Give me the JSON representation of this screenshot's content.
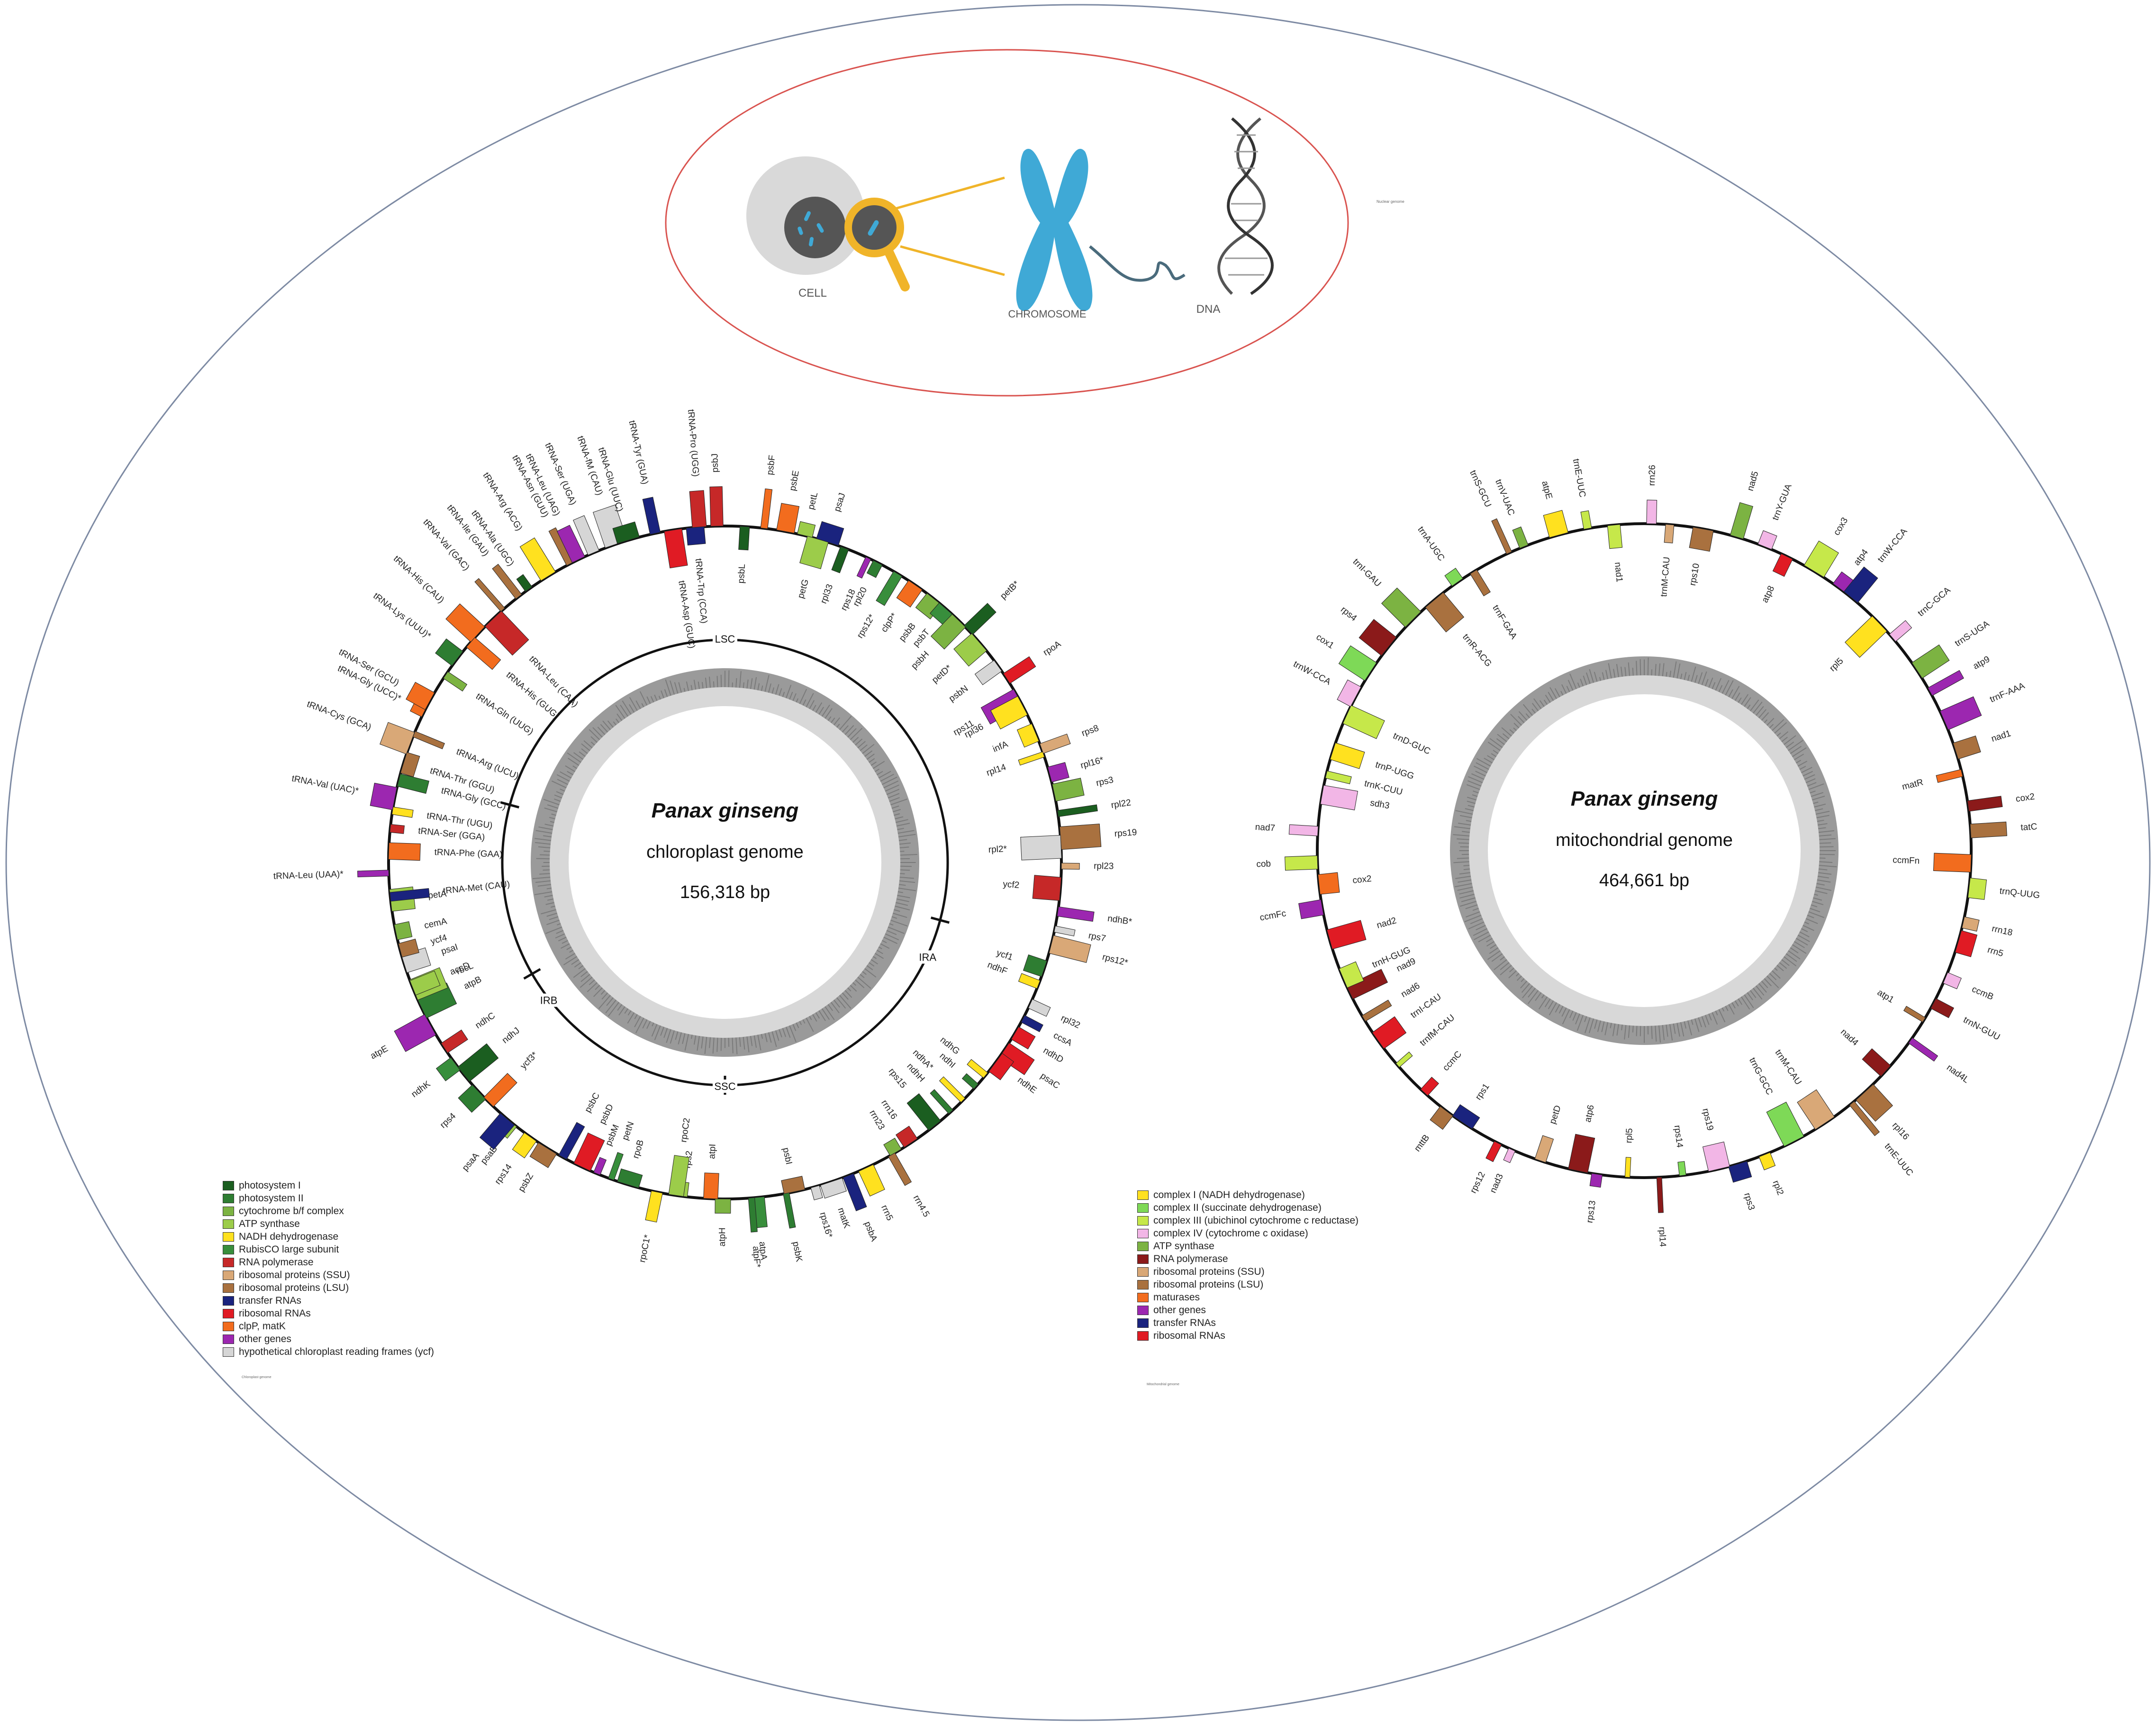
{
  "illustration": {
    "cell_label": "CELL",
    "chromosome_label": "CHROMOSOME",
    "dna_label": "DNA",
    "side_note": "Nuclear genome"
  },
  "chloroplast": {
    "species": "Panax ginseng",
    "kind": "chloroplast genome",
    "size": "156,318 bp",
    "regions": [
      "LSC",
      "IRA",
      "SSC",
      "IRB"
    ],
    "inner_genes": [
      "psbJ",
      "psbL",
      "psbF",
      "psbE",
      "petL",
      "petG",
      "psaJ",
      "rpl33",
      "rps18",
      "rpl20",
      "rps12*",
      "clpP*",
      "psbB",
      "psbT",
      "psbH",
      "petB*",
      "petD*",
      "psbN",
      "rpoA",
      "rps11",
      "rpl36",
      "infA",
      "rps8",
      "rpl14",
      "rpl16*",
      "rps3",
      "rpl22",
      "rps19",
      "rpl2*",
      "rpl23",
      "ycf2",
      "ndhB*",
      "rps7",
      "rps12*",
      "ycf1",
      "ndhF",
      "rpl32",
      "ccsA",
      "ndhD",
      "psaC",
      "ndhE",
      "ndhG",
      "ndhI",
      "ndhA*",
      "ndhH",
      "rps15",
      "rrn16",
      "rrn23",
      "rrn4.5",
      "rrn5",
      "psbA",
      "matK",
      "rps16*",
      "psbI",
      "psbK",
      "atpA",
      "atpF*",
      "atpH",
      "atpI",
      "rps2",
      "rpoC2",
      "rpoC1*",
      "rpoB",
      "petN",
      "psbM",
      "psbD",
      "psbC",
      "psbZ",
      "rps14",
      "psaB",
      "psaA",
      "ycf3*",
      "rps4",
      "ndhJ",
      "ndhK",
      "ndhC",
      "atpE",
      "atpB",
      "rbcL",
      "accD",
      "psaI",
      "ycf4",
      "cemA",
      "petA"
    ],
    "trna_genes": [
      "tRNA-Met (CAU)",
      "tRNA-Leu (UAA)*",
      "tRNA-Phe (GAA)",
      "tRNA-Ser (GGA)",
      "tRNA-Thr (UGU)",
      "tRNA-Val (UAC)*",
      "tRNA-Gly (GCC)",
      "tRNA-Thr (GGU)",
      "tRNA-Cys (GCA)",
      "tRNA-Arg (UCU)",
      "tRNA-Gly (UCC)*",
      "tRNA-Ser (GCU)",
      "tRNA-Gln (UUG)",
      "tRNA-Lys (UUU)*",
      "tRNA-His (GUG)",
      "tRNA-His (CAU)",
      "tRNA-Leu (CAA)",
      "tRNA-Val (GAC)",
      "tRNA-Ile (GAU)",
      "tRNA-Ala (UGC)",
      "tRNA-Arg (ACG)",
      "tRNA-Asn (GUU)",
      "tRNA-Leu (UAG)",
      "tRNA-Ser (UGA)",
      "tRNA-fM (CAU)",
      "tRNA-Glu (UUC)",
      "tRNA-Tyr (GUA)",
      "tRNA-Asp (GUC)",
      "tRNA-Trp (CCA)",
      "tRNA-Pro (UGG)"
    ],
    "legend": [
      {
        "label": "photosystem I",
        "color": "#1b5e20"
      },
      {
        "label": "photosystem II",
        "color": "#2e7d32"
      },
      {
        "label": "cytochrome b/f complex",
        "color": "#7cb342"
      },
      {
        "label": "ATP synthase",
        "color": "#9ccc4a"
      },
      {
        "label": "NADH dehydrogenase",
        "color": "#ffe11f"
      },
      {
        "label": "RubisCO large subunit",
        "color": "#388e3c"
      },
      {
        "label": "RNA polymerase",
        "color": "#c62828"
      },
      {
        "label": "ribosomal proteins (SSU)",
        "color": "#d9a877"
      },
      {
        "label": "ribosomal proteins (LSU)",
        "color": "#a9713f"
      },
      {
        "label": "transfer RNAs",
        "color": "#1a237e"
      },
      {
        "label": "ribosomal RNAs",
        "color": "#e01b24"
      },
      {
        "label": "clpP, matK",
        "color": "#f26c1e"
      },
      {
        "label": "other genes",
        "color": "#9c27b0"
      },
      {
        "label": "hypothetical chloroplast reading frames (ycf)",
        "color": "#d6d6d6"
      }
    ],
    "caption": "Chloroplast genome"
  },
  "mitochondrion": {
    "species": "Panax ginseng",
    "kind": "mitochondrial genome",
    "size": "464,661 bp",
    "genes": [
      "rrn26",
      "trnM-CAU",
      "rps10",
      "nad5",
      "trnY-GUA",
      "atp8",
      "cox3",
      "atp4",
      "trnW-CCA",
      "rpl5",
      "trnC-GCA",
      "trnS-UGA",
      "atp9",
      "trnF-AAA",
      "nad1",
      "matR",
      "cox2",
      "tatC",
      "ccmFn",
      "trnQ-UUG",
      "rrn18",
      "rrn5",
      "ccmB",
      "trnN-GUU",
      "atp1",
      "nad4L",
      "nad4",
      "rpl16",
      "trnE-UUC",
      "trnM-CAU",
      "trnG-GCC",
      "rpl2",
      "rps3",
      "rps19",
      "rps14",
      "rpl14",
      "rpl5",
      "rps13",
      "atp6",
      "petD",
      "nad3",
      "rps12",
      "rps1",
      "mttB",
      "ccmC",
      "trnfM-CAU",
      "trnI-CAU",
      "nad6",
      "nad9",
      "trnH-GUG",
      "nad2",
      "ccmFc",
      "cox2",
      "cob",
      "nad7",
      "sdh3",
      "trnK-CUU",
      "trnP-UGG",
      "trnD-GUC",
      "trnW-CCA",
      "cox1",
      "rps4",
      "trnI-GAU",
      "trnR-ACG",
      "trnA-UGC",
      "trnF-GAA",
      "trnS-GCU",
      "trnV-UAC",
      "atpE",
      "trnE-UUC",
      "nad1"
    ],
    "legend": [
      {
        "label": "complex I (NADH dehydrogenase)",
        "color": "#ffe11f"
      },
      {
        "label": "complex II (succinate dehydrogenase)",
        "color": "#7ed957"
      },
      {
        "label": "complex III (ubichinol cytochrome c reductase)",
        "color": "#c6e84a"
      },
      {
        "label": "complex IV (cytochrome c oxidase)",
        "color": "#f2b6e6"
      },
      {
        "label": "ATP synthase",
        "color": "#7cb342"
      },
      {
        "label": "RNA polymerase",
        "color": "#8b1a1a"
      },
      {
        "label": "ribosomal proteins (SSU)",
        "color": "#d9a877"
      },
      {
        "label": "ribosomal proteins (LSU)",
        "color": "#a9713f"
      },
      {
        "label": "maturases",
        "color": "#f26c1e"
      },
      {
        "label": "other genes",
        "color": "#9c27b0"
      },
      {
        "label": "transfer RNAs",
        "color": "#1a237e"
      },
      {
        "label": "ribosomal RNAs",
        "color": "#e01b24"
      }
    ],
    "caption": "Mitochondrial genome"
  }
}
